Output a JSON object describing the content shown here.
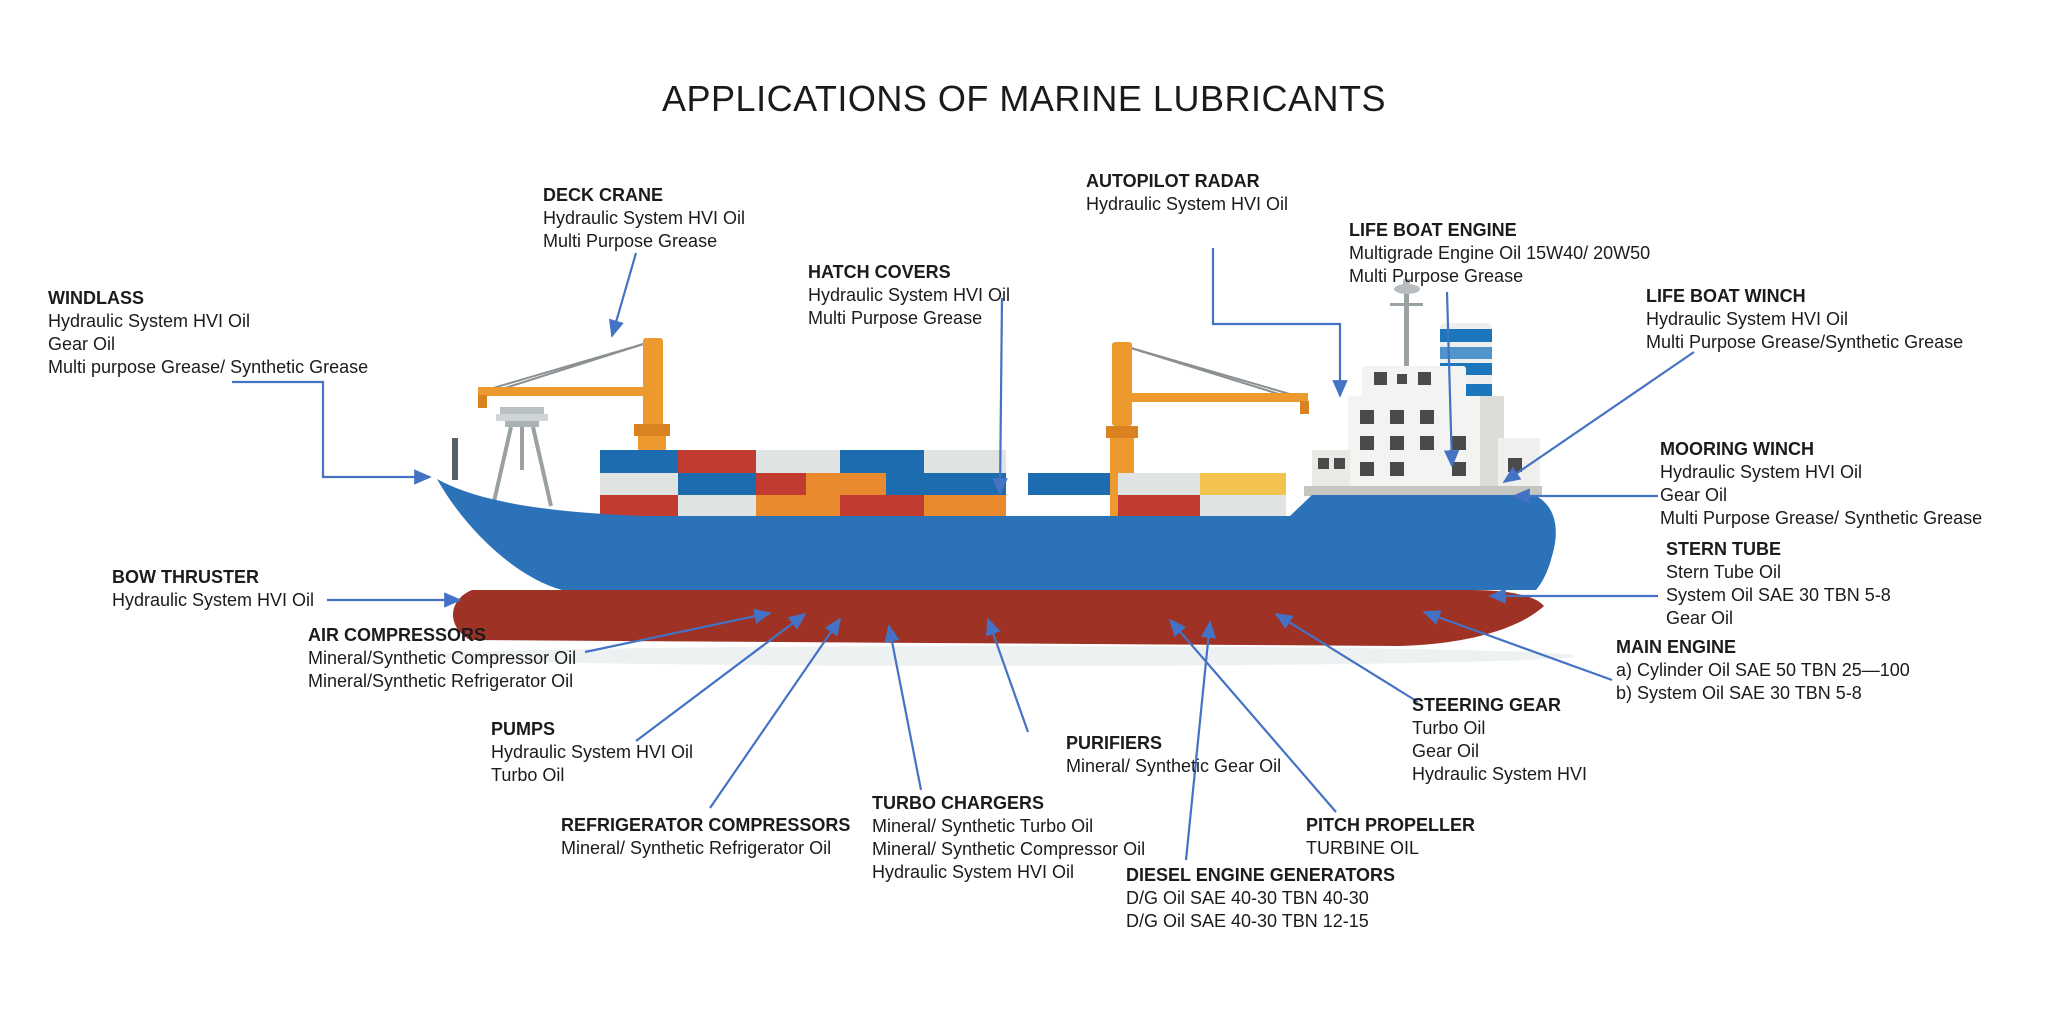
{
  "title": "APPLICATIONS OF MARINE LUBRICANTS",
  "colors": {
    "arrow": "#4472C4",
    "hull_blue": "#2B72B8",
    "hull_red": "#9E3224",
    "crane_orange": "#EC9A30",
    "crane_orange_dark": "#D9821F",
    "container_blue": "#1E6CB0",
    "container_red": "#C13B30",
    "container_gray": "#DFE3E2",
    "container_orange": "#E98A2E",
    "container_yellow": "#F3C34F",
    "superstructure_white": "#F3F3F1",
    "funnel_blue": "#1B76BC",
    "window_gray": "#4A4A4A",
    "mast_gray": "#9AA1A5"
  },
  "callouts": {
    "windlass": {
      "heading": "WINDLASS",
      "lines": [
        "Hydraulic System HVI Oil",
        "Gear Oil",
        "Multi purpose Grease/ Synthetic Grease"
      ]
    },
    "deck_crane": {
      "heading": "DECK CRANE",
      "lines": [
        "Hydraulic System HVI Oil",
        "Multi Purpose Grease"
      ]
    },
    "hatch_covers": {
      "heading": "HATCH COVERS",
      "lines": [
        "Hydraulic System HVI Oil",
        "Multi Purpose Grease"
      ]
    },
    "autopilot_radar": {
      "heading": "AUTOPILOT RADAR",
      "lines": [
        "Hydraulic System HVI Oil"
      ]
    },
    "life_boat_engine": {
      "heading": "LIFE BOAT ENGINE",
      "lines": [
        "Multigrade Engine Oil 15W40/ 20W50",
        "Multi Purpose Grease"
      ]
    },
    "life_boat_winch": {
      "heading": "LIFE BOAT WINCH",
      "lines": [
        "Hydraulic System HVI Oil",
        "Multi Purpose Grease/Synthetic Grease"
      ]
    },
    "mooring_winch": {
      "heading": "MOORING WINCH",
      "lines": [
        "Hydraulic System HVI Oil",
        "Gear Oil",
        "Multi Purpose Grease/ Synthetic Grease"
      ]
    },
    "stern_tube": {
      "heading": "STERN TUBE",
      "lines": [
        "Stern Tube Oil",
        "System Oil SAE 30 TBN 5-8",
        "Gear Oil"
      ]
    },
    "main_engine": {
      "heading": "MAIN ENGINE",
      "lines": [
        "a) Cylinder Oil SAE 50 TBN 25—100",
        "b) System Oil SAE 30 TBN 5-8"
      ]
    },
    "bow_thruster": {
      "heading": "BOW THRUSTER",
      "lines": [
        "Hydraulic System HVI Oil"
      ]
    },
    "air_compressors": {
      "heading": "AIR COMPRESSORS",
      "lines": [
        "Mineral/Synthetic Compressor Oil",
        "Mineral/Synthetic Refrigerator Oil"
      ]
    },
    "pumps": {
      "heading": "PUMPS",
      "lines": [
        "Hydraulic System HVI Oil",
        "Turbo Oil"
      ]
    },
    "refrigerator_compressors": {
      "heading": "REFRIGERATOR COMPRESSORS",
      "lines": [
        "Mineral/ Synthetic Refrigerator Oil"
      ]
    },
    "turbo_chargers": {
      "heading": "TURBO CHARGERS",
      "lines": [
        "Mineral/ Synthetic Turbo Oil",
        "Mineral/ Synthetic Compressor Oil",
        "Hydraulic System HVI Oil"
      ]
    },
    "purifiers": {
      "heading": "PURIFIERS",
      "lines": [
        "Mineral/ Synthetic Gear Oil"
      ]
    },
    "diesel_engine_generators": {
      "heading": "DIESEL ENGINE GENERATORS",
      "lines": [
        "D/G Oil SAE 40-30 TBN 40-30",
        "D/G Oil SAE 40-30 TBN 12-15"
      ]
    },
    "pitch_propeller": {
      "heading": "PITCH PROPELLER",
      "lines": [
        "TURBINE OIL"
      ]
    },
    "steering_gear": {
      "heading": "STEERING GEAR",
      "lines": [
        "Turbo Oil",
        "Gear Oil",
        "Hydraulic System HVI"
      ]
    }
  }
}
